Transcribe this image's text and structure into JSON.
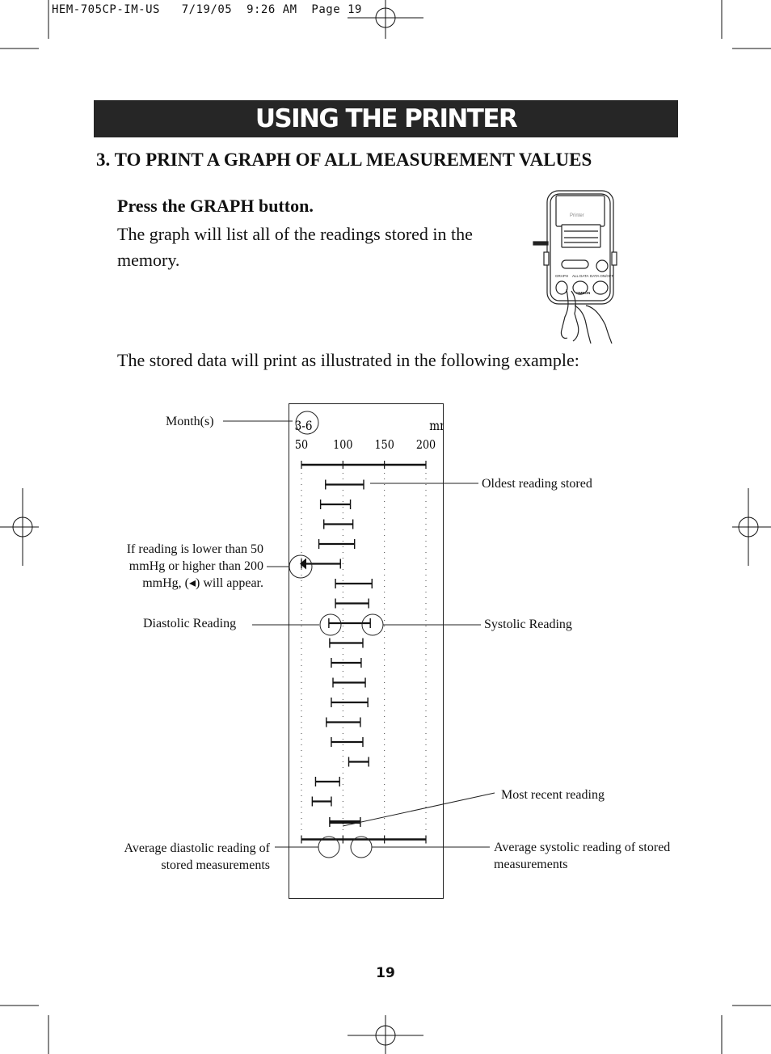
{
  "header_slug": "HEM-705CP-IM-US   7/19/05  9:26 AM  Page 19",
  "title": "USING THE PRINTER",
  "section_heading": "3. TO PRINT A GRAPH OF ALL MEASUREMENT VALUES",
  "instruction_bold": "Press the GRAPH button.",
  "instruction_body": "The graph will list all of the readings stored in the memory.",
  "example_intro": "The stored data will print as illustrated in the following example:",
  "device": {
    "screen_text": "Printer",
    "buttons": [
      "GRAPH",
      "ALL DATA",
      "DATA ON/OFF"
    ],
    "brand": "OMRON"
  },
  "printout": {
    "month": "3-6",
    "unit": "mmHg",
    "ticks": [
      50,
      100,
      150,
      200
    ],
    "readings": [
      {
        "dia": 79,
        "sys": 125
      },
      {
        "dia": 73,
        "sys": 109
      },
      {
        "dia": 77,
        "sys": 112
      },
      {
        "dia": 71,
        "sys": 114
      },
      {
        "dia": 48,
        "sys": 97,
        "low_flag": true
      },
      {
        "dia": 91,
        "sys": 135
      },
      {
        "dia": 91,
        "sys": 131
      },
      {
        "dia": 83,
        "sys": 133
      },
      {
        "dia": 84,
        "sys": 124
      },
      {
        "dia": 86,
        "sys": 122
      },
      {
        "dia": 88,
        "sys": 127
      },
      {
        "dia": 86,
        "sys": 130
      },
      {
        "dia": 80,
        "sys": 121
      },
      {
        "dia": 86,
        "sys": 124
      },
      {
        "dia": 107,
        "sys": 131
      },
      {
        "dia": 67,
        "sys": 96
      },
      {
        "dia": 63,
        "sys": 86
      }
    ],
    "average": {
      "dia": 84,
      "sys": 121
    }
  },
  "labels": {
    "month": "Month(s)",
    "out_of_range_before": "If reading is lower than 50 mmHg or higher than 200 mmHg, (",
    "out_of_range_symbol": "◂",
    "out_of_range_after": ") will appear.",
    "diastolic": "Diastolic Reading",
    "average_diastolic": "Average diastolic reading of stored measurements",
    "oldest": "Oldest reading stored",
    "systolic": "Systolic Reading",
    "most_recent": "Most recent reading",
    "average_systolic": "Average systolic reading of stored measurements"
  },
  "page_number": "19",
  "colors": {
    "banner": "#262626",
    "ink": "#111111"
  }
}
